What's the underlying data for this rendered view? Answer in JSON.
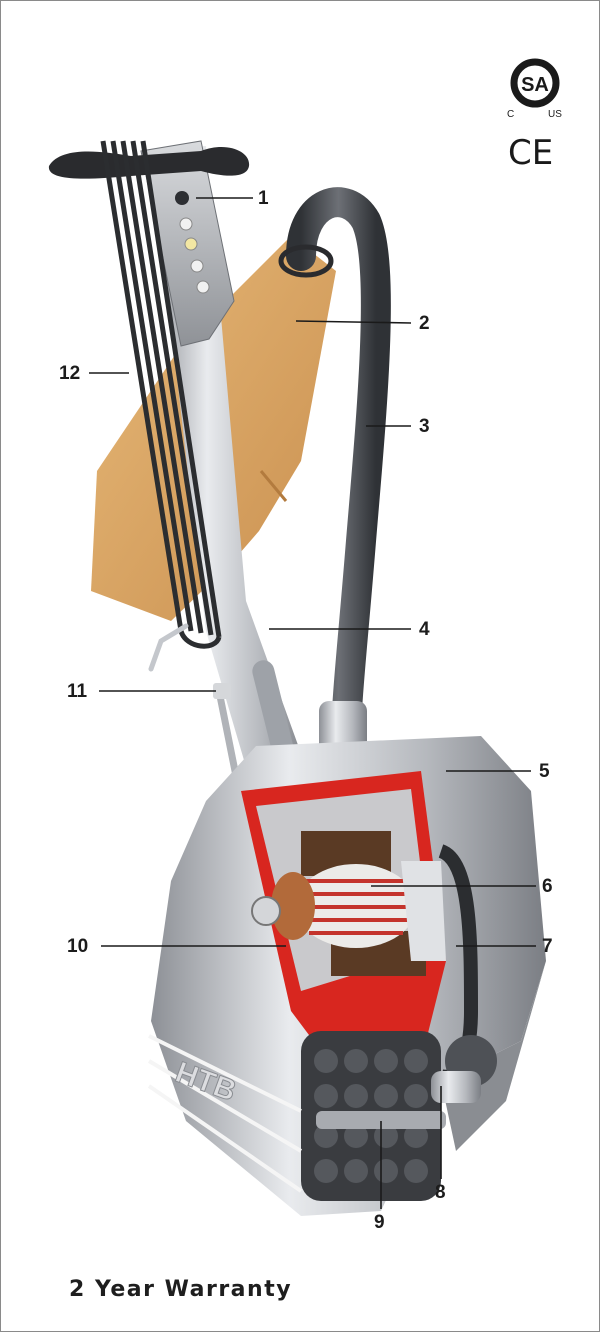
{
  "certifications": {
    "csa_mark": "SA",
    "csa_left": "C",
    "csa_right": "US",
    "ce_mark": "CE"
  },
  "machine_brand": "HTB",
  "callouts": [
    {
      "label": "1"
    },
    {
      "label": "2"
    },
    {
      "label": "3"
    },
    {
      "label": "4"
    },
    {
      "label": "5"
    },
    {
      "label": "6"
    },
    {
      "label": "7"
    },
    {
      "label": "8"
    },
    {
      "label": "9"
    },
    {
      "label": "10"
    },
    {
      "label": "11"
    },
    {
      "label": "12"
    }
  ],
  "footer": {
    "warranty": "2 Year Warranty"
  },
  "colors": {
    "dust_bag": "#d8a566",
    "body_metal": "#b9bcc1",
    "cutaway_red": "#d8261f",
    "hose": "#4a4d52",
    "belt": "#2b2d30"
  }
}
